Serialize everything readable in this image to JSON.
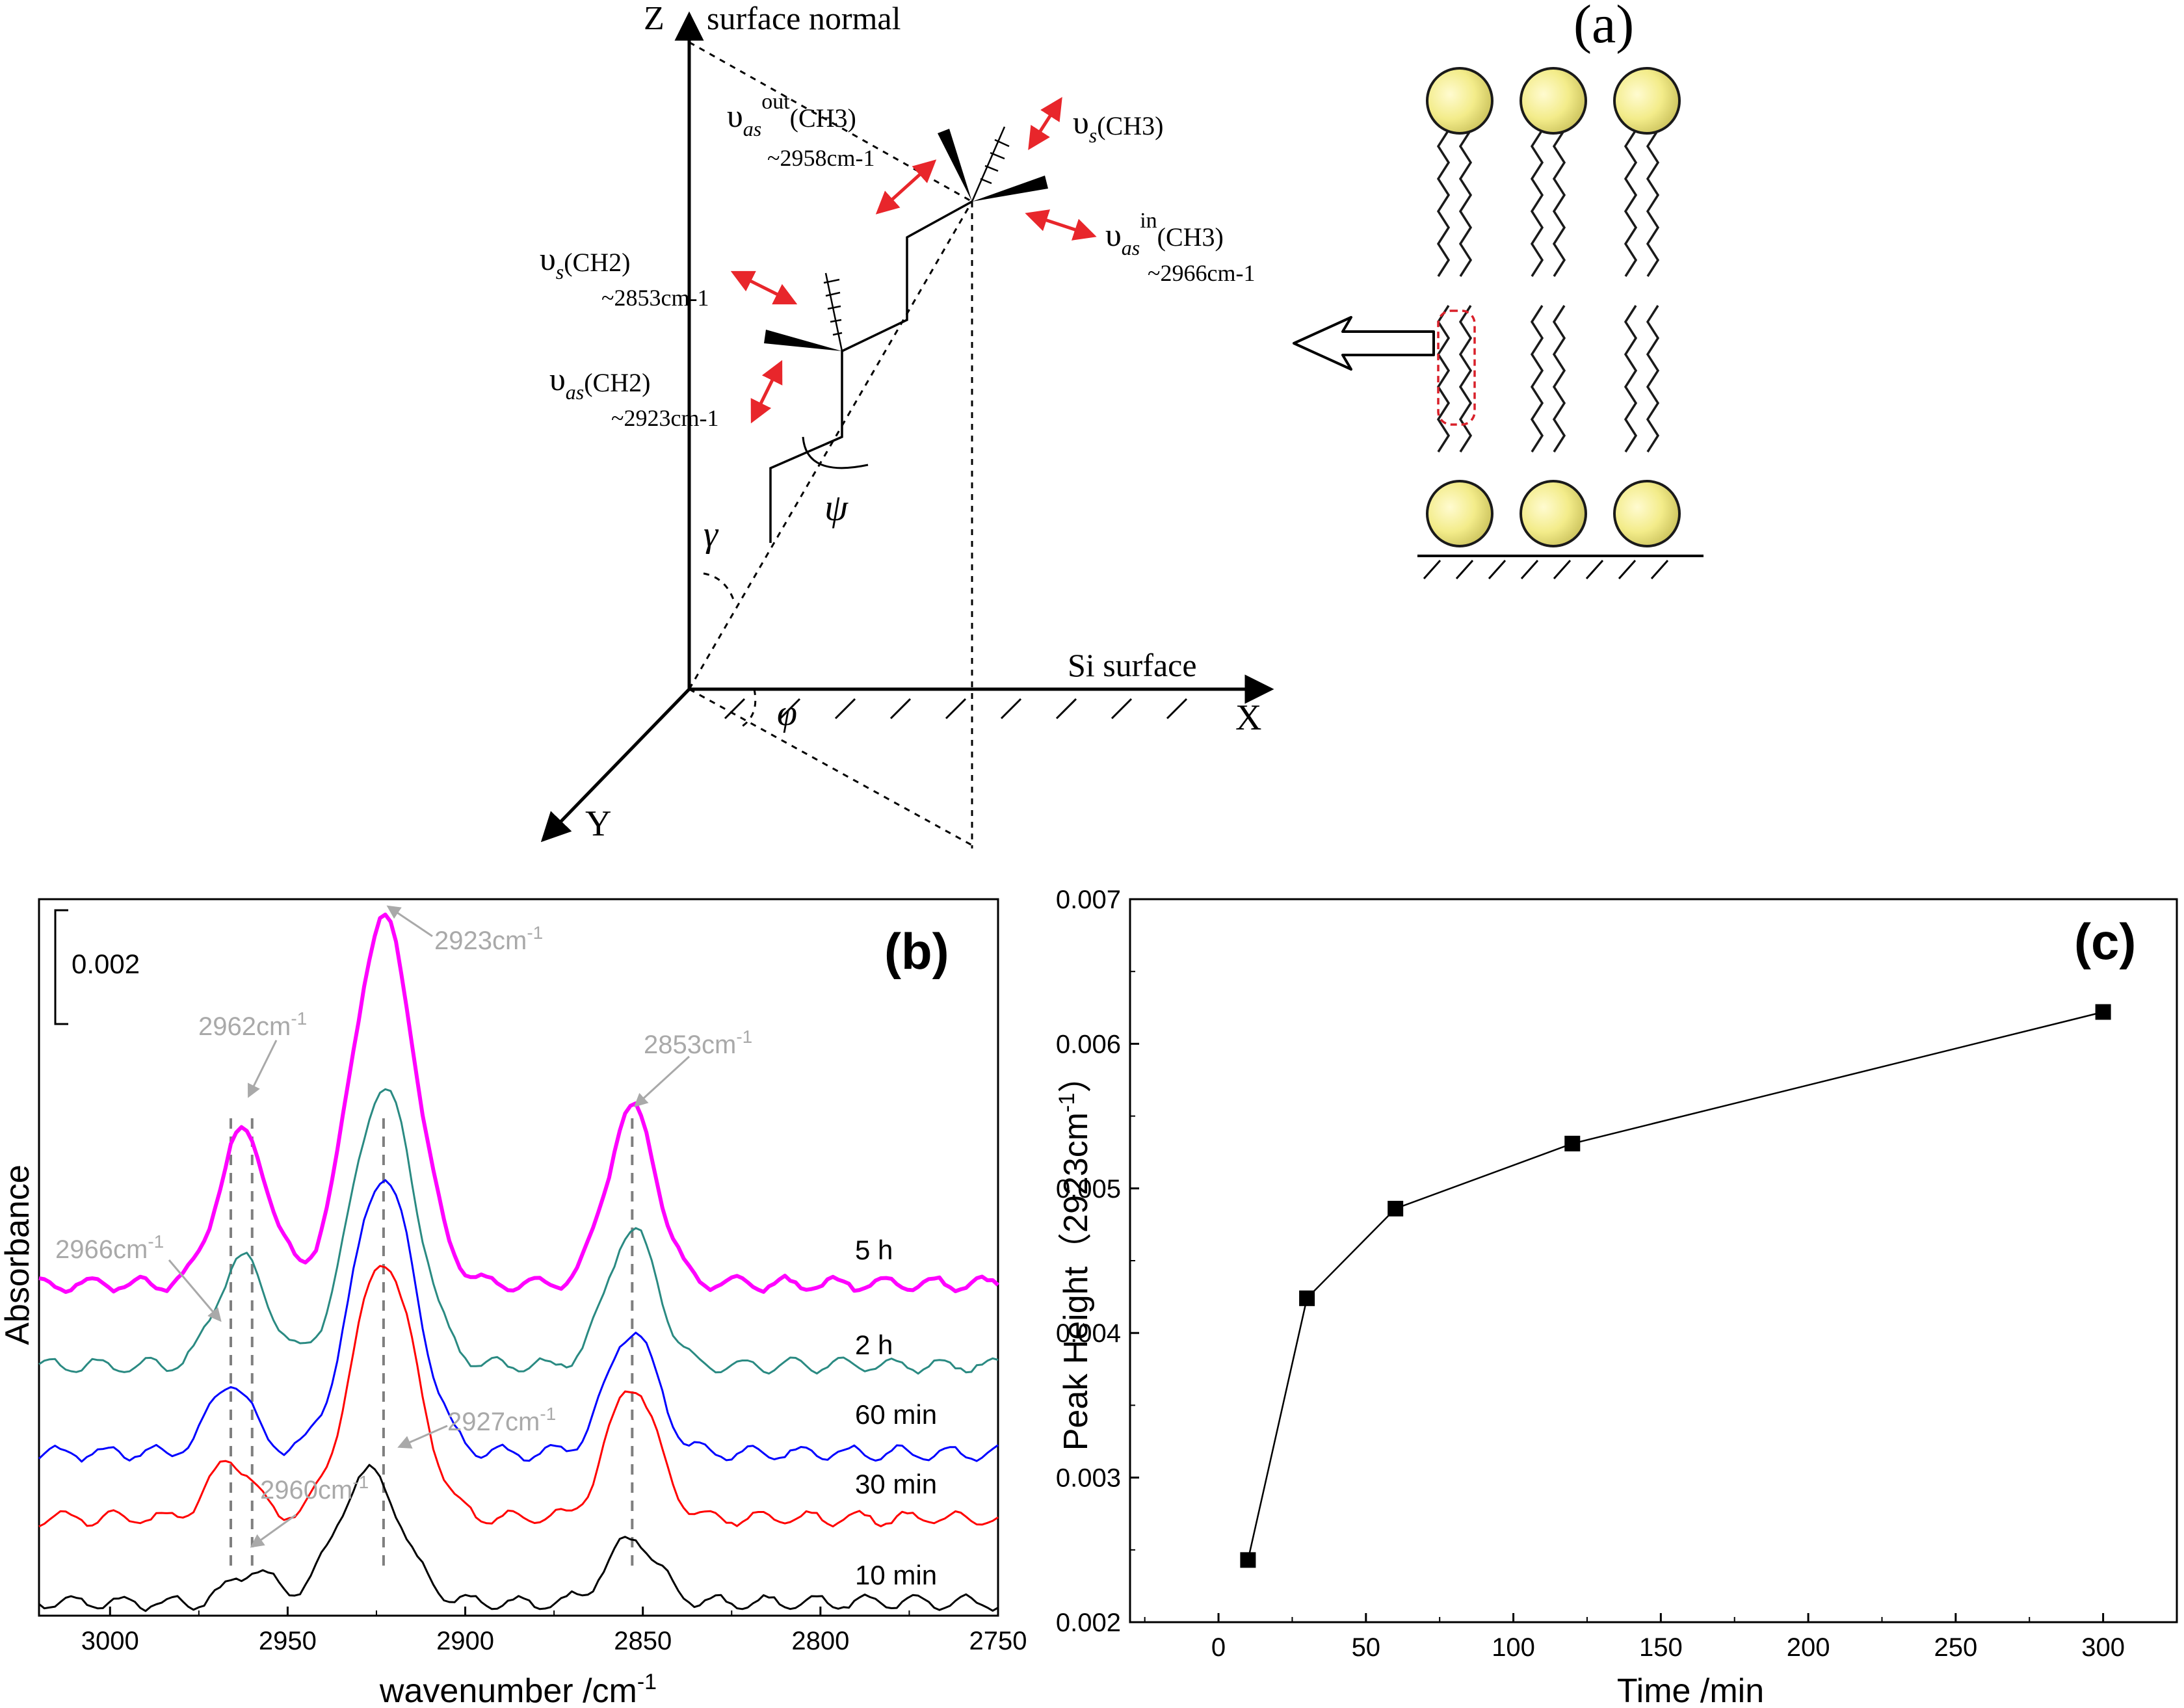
{
  "panel_a": {
    "label": "(a)",
    "z_axis": "Z",
    "z_label": "surface normal",
    "x_axis": "X",
    "x_label": "Si surface",
    "y_axis": "Y",
    "angle_gamma": "γ",
    "angle_psi": "ψ",
    "angle_phi": "φ",
    "modes": [
      {
        "symbol": "υ",
        "sub": "as",
        "sup": "out",
        "group": "(CH3)",
        "wavenumber": "~2958cm-1"
      },
      {
        "symbol": "υ",
        "sub": "s",
        "sup": "",
        "group": "(CH3)",
        "wavenumber": ""
      },
      {
        "symbol": "υ",
        "sub": "as",
        "sup": "in",
        "group": "(CH3)",
        "wavenumber": "~2966cm-1"
      },
      {
        "symbol": "υ",
        "sub": "s",
        "sup": "",
        "group": "(CH2)",
        "wavenumber": "~2853cm-1"
      },
      {
        "symbol": "υ",
        "sub": "as",
        "sup": "",
        "group": "(CH2)",
        "wavenumber": "~2923cm-1"
      }
    ],
    "colors": {
      "arrow": "#e8262b",
      "head_fill": "#f3ec8a",
      "head_stroke": "#1a1a1a",
      "highlight": "#d9202a"
    }
  },
  "chart_data": [
    {
      "type": "line",
      "panel_label": "(b)",
      "xlabel": "wavenumber /cm-1",
      "ylabel": "Absorbance",
      "xlim": [
        3020,
        2750
      ],
      "x_ticks": [
        3000,
        2950,
        2900,
        2850,
        2800,
        2750
      ],
      "scale_bar": "0.002",
      "series": [
        {
          "name": "5 h",
          "color": "#ff00ff",
          "bold": true
        },
        {
          "name": "2 h",
          "color": "#2a8a82",
          "bold": false
        },
        {
          "name": "60 min",
          "color": "#0000ff",
          "bold": false
        },
        {
          "name": "30 min",
          "color": "#ff0000",
          "bold": false
        },
        {
          "name": "10 min",
          "color": "#000000",
          "bold": false
        }
      ],
      "peak_annotations": [
        {
          "text": "2923cm-1",
          "x": 2923
        },
        {
          "text": "2962cm-1",
          "x": 2962
        },
        {
          "text": "2853cm-1",
          "x": 2853
        },
        {
          "text": "2966cm-1",
          "x": 2966
        },
        {
          "text": "2927cm-1",
          "x": 2927
        },
        {
          "text": "2960cm-1",
          "x": 2960
        }
      ],
      "annotation_color": "#a9a9a9"
    },
    {
      "type": "line",
      "panel_label": "(c)",
      "xlabel": "Time /min",
      "ylabel": "Peak Height（2923cm-1）",
      "xlim": [
        -30,
        325
      ],
      "ylim": [
        0.002,
        0.007
      ],
      "x_ticks": [
        0,
        50,
        100,
        150,
        200,
        250,
        300
      ],
      "y_ticks": [
        "0.002",
        "0.003",
        "0.004",
        "0.005",
        "0.006",
        "0.007"
      ],
      "x": [
        10,
        30,
        60,
        120,
        300
      ],
      "values": [
        0.00243,
        0.00424,
        0.00486,
        0.00531,
        0.00622
      ]
    }
  ]
}
